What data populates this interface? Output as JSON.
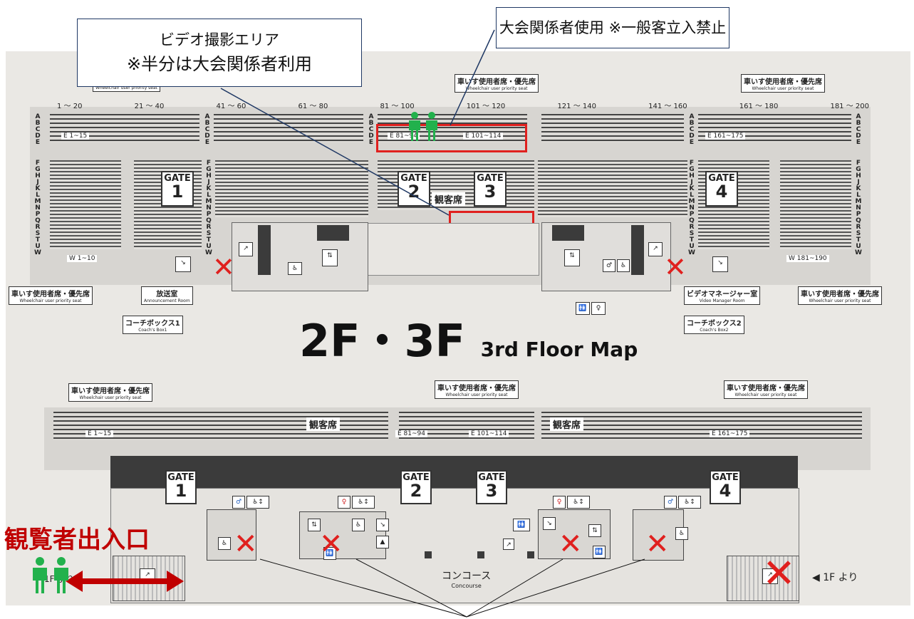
{
  "callouts": {
    "video_area_line1": "ビデオ撮影エリア",
    "video_area_line2": "※半分は大会関係者利用",
    "staff_only": "大会関係者使用 ※一般客立入禁止",
    "spectator_entrance": "観覧者出入口"
  },
  "map": {
    "title_main": "2F・3F",
    "title_sub": "3rd Floor Map",
    "seat_ranges": [
      "1 ～ 20",
      "21 ～ 40",
      "41 ～ 60",
      "61 ～ 80",
      "81 ～ 100",
      "101 ～ 120",
      "121 ～ 140",
      "141 ～ 160",
      "161 ～ 180",
      "181 ～ 200"
    ],
    "row_letters_top": "ABCDE",
    "row_letters_bottom": "FGHJKLMNPQRSTUW",
    "upper_seat_labels": [
      "E 1~15",
      "E 81~94",
      "E 101~114",
      "E 161~175"
    ],
    "w_labels": [
      "W 1~10",
      "W 181~190"
    ],
    "wheelchair_jp": "車いす使用者席・優先席",
    "wheelchair_en": "Wheelchair user priority seat",
    "gate_word": "GATE",
    "gates": [
      "1",
      "2",
      "3",
      "4"
    ],
    "spectator_seat": "観客席",
    "broadcast_room_jp": "放送室",
    "broadcast_room_en": "Announcement Room",
    "coach_box1_jp": "コーチボックス1",
    "coach_box1_en": "Coach's Box1",
    "coach_box2_jp": "コーチボックス2",
    "coach_box2_en": "Coach's Box2",
    "video_manager_jp": "ビデオマネージャー室",
    "video_manager_en": "Video Manager Room",
    "lower_seat_labels": [
      "E 1~15",
      "E 81~94",
      "E 101~114",
      "E 161~175"
    ],
    "concourse_jp": "コンコース",
    "concourse_en": "Concourse",
    "from_1f": "1F より",
    "from_1f_left": "1F より"
  },
  "colors": {
    "callout_border": "#1f3864",
    "red": "#e0201e",
    "entrance_text": "#c00000",
    "person_green": "#22b14c"
  },
  "icons": [
    "person-icon",
    "wheelchair-icon",
    "restroom-icon",
    "elevator-icon",
    "stairs-icon",
    "cross-mark-icon",
    "double-arrow-icon"
  ]
}
